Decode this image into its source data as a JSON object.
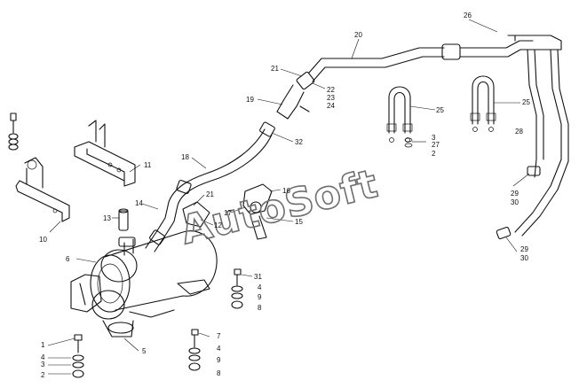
{
  "diagram": {
    "title": "",
    "watermark": "AutoSoft",
    "colors": {
      "line": "#111111",
      "background": "#ffffff",
      "watermark": "#6f6f6f"
    },
    "callouts": [
      {
        "id": "c-26",
        "text": "26"
      },
      {
        "id": "c-20",
        "text": "20"
      },
      {
        "id": "c-21a",
        "text": "21"
      },
      {
        "id": "c-22",
        "text": "22"
      },
      {
        "id": "c-23",
        "text": "23"
      },
      {
        "id": "c-24",
        "text": "24"
      },
      {
        "id": "c-19",
        "text": "19"
      },
      {
        "id": "c-32",
        "text": "32"
      },
      {
        "id": "c-25a",
        "text": "25"
      },
      {
        "id": "c-3a",
        "text": "3"
      },
      {
        "id": "c-27",
        "text": "27"
      },
      {
        "id": "c-2a",
        "text": "2"
      },
      {
        "id": "c-25b",
        "text": "25"
      },
      {
        "id": "c-28",
        "text": "28"
      },
      {
        "id": "c-11",
        "text": "11"
      },
      {
        "id": "c-18",
        "text": "18"
      },
      {
        "id": "c-21b",
        "text": "21"
      },
      {
        "id": "c-14",
        "text": "14"
      },
      {
        "id": "c-13",
        "text": "13"
      },
      {
        "id": "c-12",
        "text": "12"
      },
      {
        "id": "c-17",
        "text": "17"
      },
      {
        "id": "c-16",
        "text": "16"
      },
      {
        "id": "c-15",
        "text": "15"
      },
      {
        "id": "c-10",
        "text": "10"
      },
      {
        "id": "c-29a",
        "text": "29"
      },
      {
        "id": "c-30a",
        "text": "30"
      },
      {
        "id": "c-29b",
        "text": "29"
      },
      {
        "id": "c-30b",
        "text": "30"
      },
      {
        "id": "c-6a",
        "text": "6"
      },
      {
        "id": "c-31",
        "text": "31"
      },
      {
        "id": "c-4a",
        "text": "4"
      },
      {
        "id": "c-9a",
        "text": "9"
      },
      {
        "id": "c-8a",
        "text": "8"
      },
      {
        "id": "c-7",
        "text": "7"
      },
      {
        "id": "c-4b",
        "text": "4"
      },
      {
        "id": "c-9b",
        "text": "9"
      },
      {
        "id": "c-8b",
        "text": "8"
      },
      {
        "id": "c-5",
        "text": "5"
      },
      {
        "id": "c-1",
        "text": "1"
      },
      {
        "id": "c-4c",
        "text": "4"
      },
      {
        "id": "c-3b",
        "text": "3"
      },
      {
        "id": "c-2b",
        "text": "2"
      }
    ]
  }
}
